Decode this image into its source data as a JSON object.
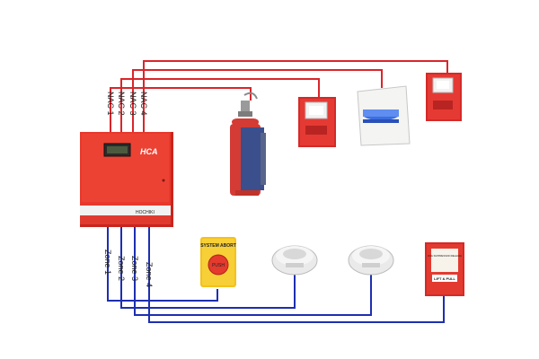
{
  "colors": {
    "nac_wire": "#d9262b",
    "zone_wire": "#1d2fb0",
    "panel_red": "#e8382c",
    "device_red": "#d42a28",
    "abort_yellow": "#f4c21c",
    "cylinder_blue": "#3b4f8c",
    "strobe_blue": "#3a6fe0"
  },
  "panel": {
    "brand": "HCA",
    "maker": "HOCHIKI"
  },
  "nac_lines": [
    {
      "label": "NAC 1"
    },
    {
      "label": "NAC 2"
    },
    {
      "label": "NAC 3"
    },
    {
      "label": "NAC 4"
    }
  ],
  "zone_lines": [
    {
      "label": "Zone 1"
    },
    {
      "label": "Zone 2"
    },
    {
      "label": "Zone 3"
    },
    {
      "label": "Zone 4"
    }
  ],
  "devices": {
    "extinguisher": {
      "icon": "gas-cylinder-icon"
    },
    "horn_strobe_left": {
      "icon": "horn-strobe-icon"
    },
    "blue_strobe": {
      "icon": "strobe-light-icon"
    },
    "horn_strobe_right": {
      "icon": "horn-strobe-icon"
    },
    "abort_station": {
      "label": "SYSTEM ABORT",
      "button": "PUSH"
    },
    "smoke_detector_1": {
      "icon": "smoke-detector-icon"
    },
    "smoke_detector_2": {
      "icon": "smoke-detector-icon"
    },
    "pull_station": {
      "title": "FIRE SUPPRESSION RELEASE",
      "action": "LIFT & PULL"
    }
  }
}
